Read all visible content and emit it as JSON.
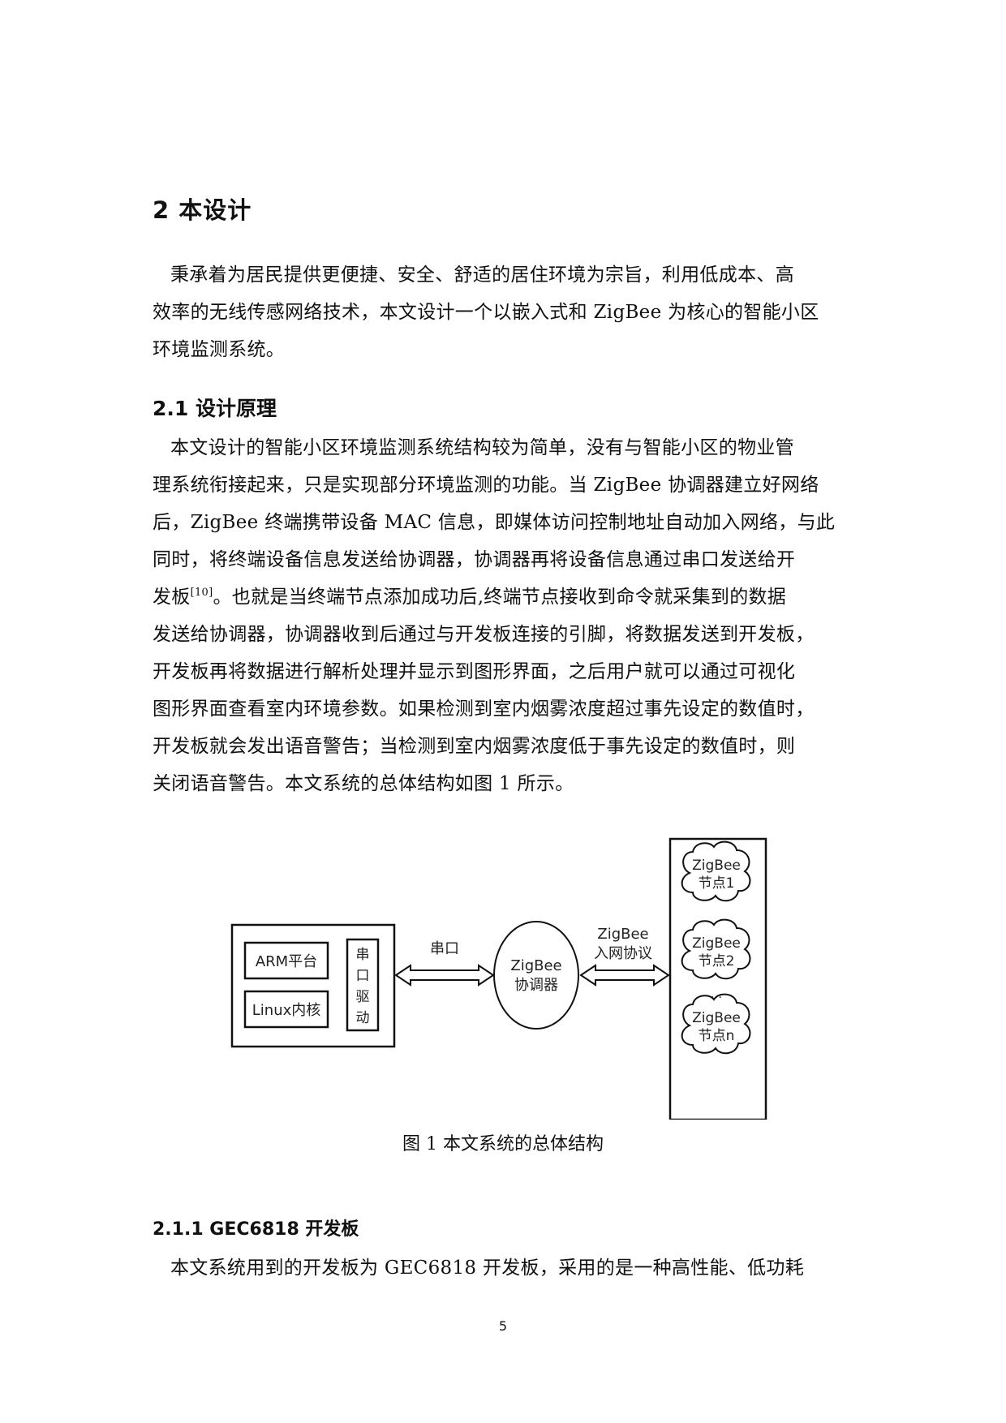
{
  "section": {
    "title": "2 本设计",
    "intro_lines": [
      "秉承着为居民提供更便捷、安全、舒适的居住环境为宗旨，利用低成本、高",
      "效率的无线传感网络技术，本文设计一个以嵌入式和 ZigBee 为核心的智能小区",
      "环境监测系统。"
    ]
  },
  "subsection": {
    "title": "2.1 设计原理",
    "lines": [
      "本文设计的智能小区环境监测系统结构较为简单，没有与智能小区的物业管",
      "理系统衔接起来，只是实现部分环境监测的功能。当 ZigBee 协调器建立好网络",
      "后，ZigBee 终端携带设备 MAC 信息，即媒体访问控制地址自动加入网络，与此",
      "同时，将终端设备信息发送给协调器，协调器再将设备信息通过串口发送给开",
      "发板",
      "。也就是当终端节点添加成功后,终端节点接收到命令就采集到的数据",
      "发送给协调器，协调器收到后通过与开发板连接的引脚，将数据发送到开发板，",
      "开发板再将数据进行解析处理并显示到图形界面，之后用户就可以通过可视化",
      "图形界面查看室内环境参数。如果检测到室内烟雾浓度超过事先设定的数值时，",
      "开发板就会发出语音警告；当检测到室内烟雾浓度低于事先设定的数值时，则",
      "关闭语音警告。本文系统的总体结构如图 1 所示。"
    ],
    "citation": "[10]"
  },
  "figure": {
    "arm_label": "ARM平台",
    "linux_label": "Linux内核",
    "serial_driver_chars": [
      "串",
      "口",
      "驱",
      "动"
    ],
    "serial_label": "串口",
    "coordinator_line1": "ZigBee",
    "coordinator_line2": "协调器",
    "protocol_line1": "ZigBee",
    "protocol_line2": "入网协议",
    "nodes": [
      {
        "line1": "ZigBee",
        "line2": "节点1"
      },
      {
        "line1": "ZigBee",
        "line2": "节点2"
      },
      {
        "line1": "ZigBee",
        "line2": "节点n"
      }
    ],
    "ellipsis": "…",
    "caption": "图 1  本文系统的总体结构"
  },
  "subsubsection": {
    "title": "2.1.1 GEC6818 开发板",
    "first_line": "本文系统用到的开发板为 GEC6818 开发板，采用的是一种高性能、低功耗"
  },
  "page_number": "5"
}
